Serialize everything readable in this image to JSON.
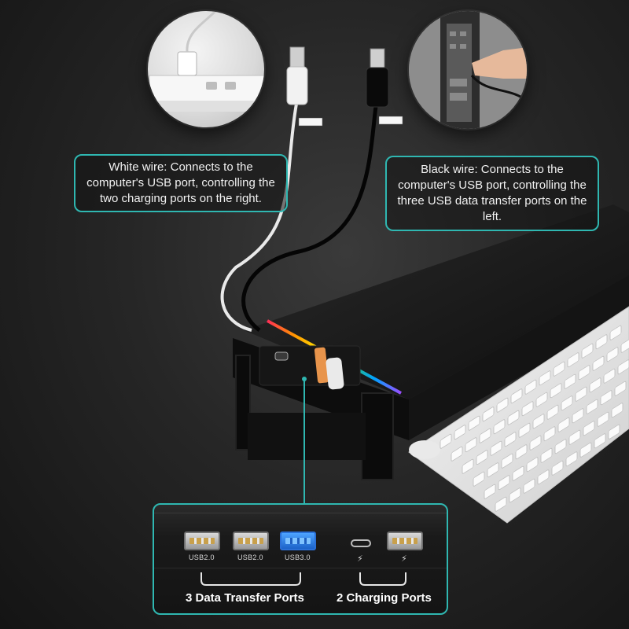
{
  "callouts": {
    "white_wire": "White wire: Connects to the computer's USB port, controlling the two charging ports on the right.",
    "black_wire": "Black wire: Connects to the computer's USB port, controlling the three USB data transfer ports on the left."
  },
  "ports_panel": {
    "ports": [
      {
        "label": "USB2.0"
      },
      {
        "label": "USB2.0"
      },
      {
        "label": "USB3.0"
      }
    ],
    "charging_icons": [
      "⚡",
      "⚡"
    ],
    "data_group_label": "3 Data Transfer Ports",
    "charging_group_label": "2 Charging Ports"
  },
  "colors": {
    "accent": "#2fb7b1",
    "background": "#262626",
    "usb3_port": "#2a6fd6"
  },
  "icons": [
    "usb-cable-icon",
    "usb-c-port-icon",
    "lightning-bolt-icon"
  ]
}
